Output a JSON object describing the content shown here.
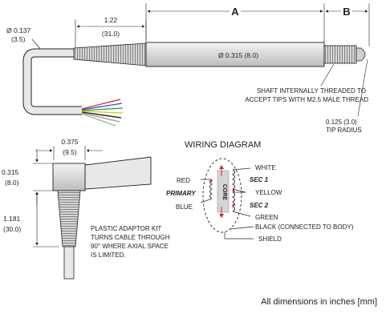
{
  "top_view": {
    "dia_cable_in": "Ø 0.137",
    "dia_cable_mm": "(3.5)",
    "strain_len_in": "1.22",
    "strain_len_mm": "(31.0)",
    "label_a": "A",
    "label_b": "B",
    "body_dia": "Ø 0.315  (8.0)",
    "shaft_note_1": "SHAFT INTERNALLY THREADED TO",
    "shaft_note_2": "ACCEPT TIPS WITH M2.5 MALE THREAD",
    "tip_radius_1": "0.125 (3.0)",
    "tip_radius_2": "TIP RADIUS"
  },
  "adaptor_view": {
    "width_in": "0.375",
    "width_mm": "(9.5)",
    "height_in": "0.315",
    "height_mm": "(8.0)",
    "len_in": "1.181",
    "len_mm": "(30.0)",
    "note_1": "PLASTIC ADAPTOR KIT",
    "note_2": "TURNS CABLE THROUGH",
    "note_3": "90° WHERE AXIAL SPACE",
    "note_4": "IS LIMITED."
  },
  "wiring": {
    "title": "WIRING DIAGRAM",
    "core": "CORE",
    "red": "RED",
    "primary": "PRIMARY",
    "blue": "BLUE",
    "white": "WHITE",
    "sec1": "SEC 1",
    "yellow": "YELLOW",
    "sec2": "SEC 2",
    "green": "GREEN",
    "black": "BLACK (CONNECTED TO BODY)",
    "shield": "SHIELD"
  },
  "footer": "All dimensions in inches [mm]",
  "colors": {
    "line": "#222222",
    "body_fill": "#e6e6e6",
    "grip_fill": "#bdbdbd",
    "wire_red": "#d22",
    "wire_blue": "#2a4fd0",
    "wire_green": "#2a9a2a",
    "wire_yellow": "#d8c21a",
    "wire_black": "#111111",
    "wire_white": "#ffffff",
    "arrow_red": "#d22"
  }
}
